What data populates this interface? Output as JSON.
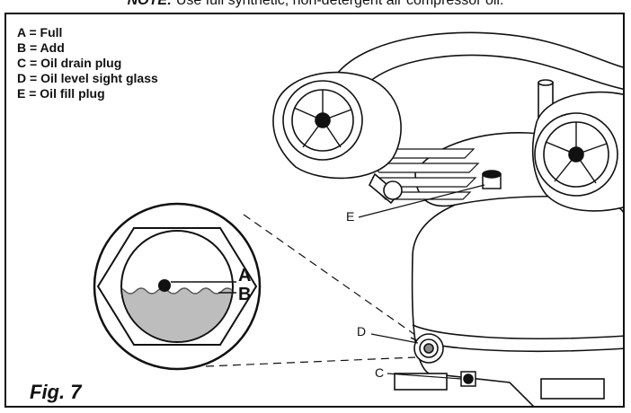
{
  "header": {
    "note_prefix": "NOTE:",
    "note_text": "Use full synthetic, non-detergent air compressor oil."
  },
  "legend": {
    "items": [
      "A = Full",
      "B = Add",
      "C = Oil drain plug",
      "D = Oil level sight glass",
      "E = Oil fill plug"
    ]
  },
  "callouts": {
    "a": "A",
    "b": "B",
    "c": "C",
    "d": "D",
    "e": "E"
  },
  "figure": {
    "label": "Fig. 7"
  }
}
